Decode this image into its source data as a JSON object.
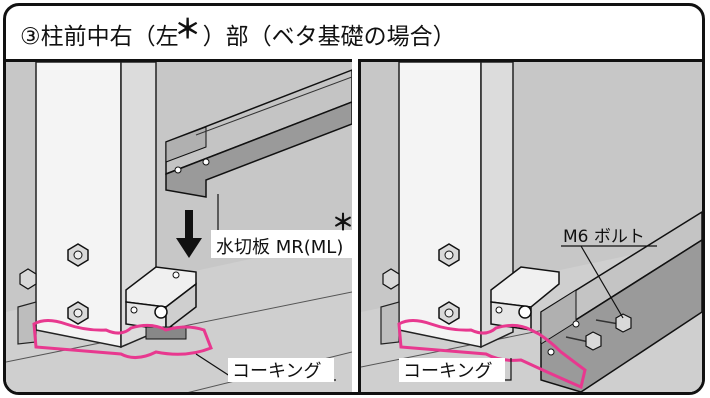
{
  "title": {
    "prefix": "③柱前中右（左",
    "asterisk": "＊",
    "suffix": "）部（ベタ基礎の場合）"
  },
  "left_panel": {
    "part_label": "水切板 MR(ML)",
    "part_asterisk": "＊",
    "caulking_label": "コーキング"
  },
  "right_panel": {
    "bolt_label": "M6 ボルト",
    "caulking_label": "コーキング"
  },
  "colors": {
    "caulking": "#e8388f",
    "panel_bg": "#c7c7c7",
    "post": "#f7f7f7",
    "metal": "#8a8a8a"
  }
}
